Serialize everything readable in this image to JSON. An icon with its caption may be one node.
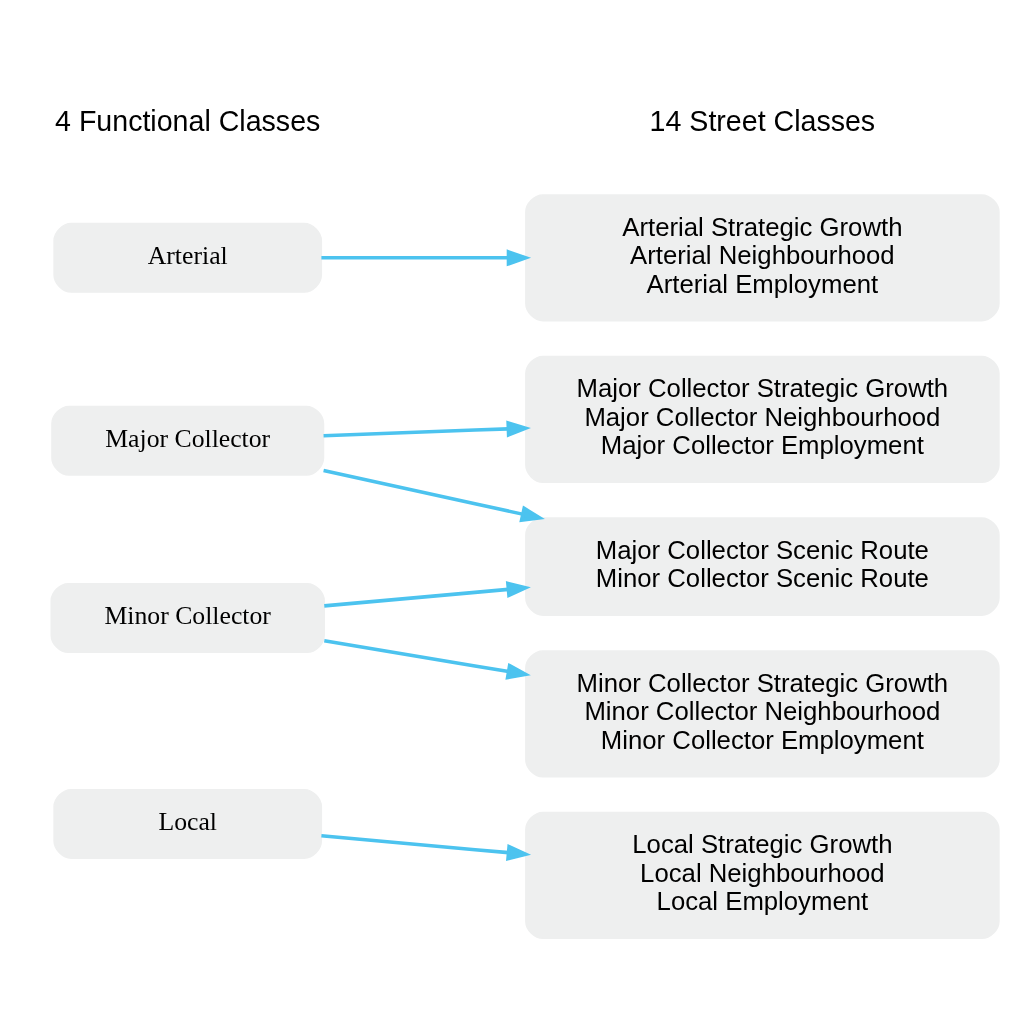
{
  "diagram": {
    "nodes": [
      {
        "text": [
          "Arterial"
        ]
      },
      {
        "text": [
          "Major Collector"
        ]
      },
      {
        "text": [
          "Minor Collector"
        ]
      },
      {
        "text": [
          "Local"
        ]
      },
      {
        "text": [
          "Arterial Strategic Growth",
          "Arterial Neighbourhood",
          "Arterial Employment"
        ]
      },
      {
        "text": [
          "Major Collector Strategic Growth",
          "Major Collector Neighbourhood",
          "Major Collector Employment"
        ]
      },
      {
        "text": [
          "Major Collector Scenic Route",
          "Minor Collector Scenic Route"
        ]
      },
      {
        "text": [
          "Minor Collector Strategic Growth",
          "Minor Collector Neighbourhood",
          "Minor Collector Employment"
        ]
      },
      {
        "text": [
          "Local Strategic Growth",
          "Local Neighbourhood",
          "Local Employment"
        ]
      }
    ],
    "edges": [
      {
        "from": 0,
        "to": 4,
        "arrow": "to"
      },
      {
        "from": 1,
        "to": 5,
        "arrow": "to"
      },
      {
        "from": 1,
        "to": 6,
        "arrow": "to"
      },
      {
        "from": 2,
        "to": 6,
        "arrow": "to"
      },
      {
        "from": 2,
        "to": 7,
        "arrow": "to"
      },
      {
        "from": 3,
        "to": 8,
        "arrow": "to"
      }
    ],
    "labels": [
      "4 Functional Classes",
      "14 Street Classes"
    ]
  }
}
